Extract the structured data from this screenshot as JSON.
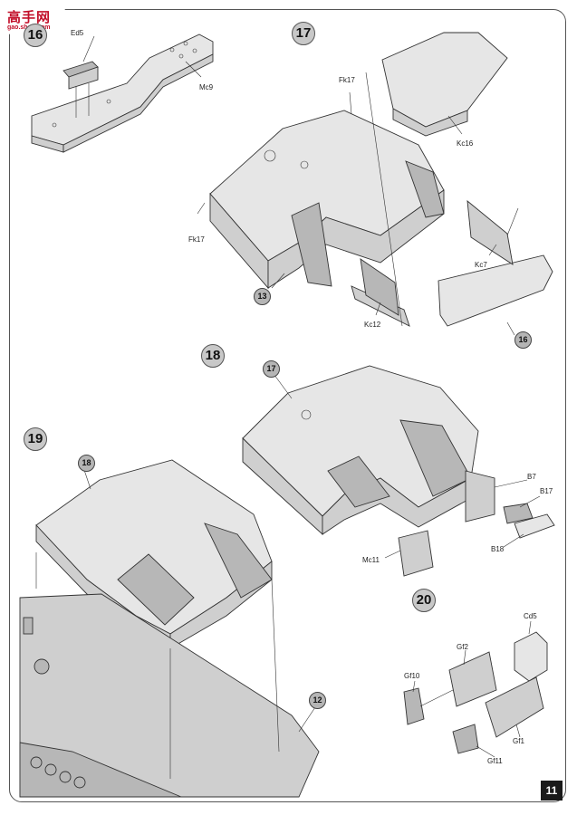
{
  "logo": {
    "text": "高手网",
    "sub": "gao.shou.com"
  },
  "page_number": "11",
  "steps": [
    {
      "number": "16"
    },
    {
      "number": "17"
    },
    {
      "number": "18"
    },
    {
      "number": "19"
    },
    {
      "number": "20"
    }
  ],
  "refs": {
    "r13": "13",
    "r16": "16",
    "r17": "17",
    "r18": "18",
    "r12": "12"
  },
  "labels": {
    "ed5": "Ed5",
    "mc9": "Mc9",
    "fk17_top": "Fk17",
    "fk17_left": "Fk17",
    "kc16": "Kc16",
    "kc7": "Kc7",
    "kc12": "Kc12",
    "b7": "B7",
    "b17": "B17",
    "b18": "B18",
    "mc11": "Mc11",
    "cd5": "Cd5",
    "gf2": "Gf2",
    "gf10": "Gf10",
    "gf1": "Gf1",
    "gf11": "Gf11"
  }
}
